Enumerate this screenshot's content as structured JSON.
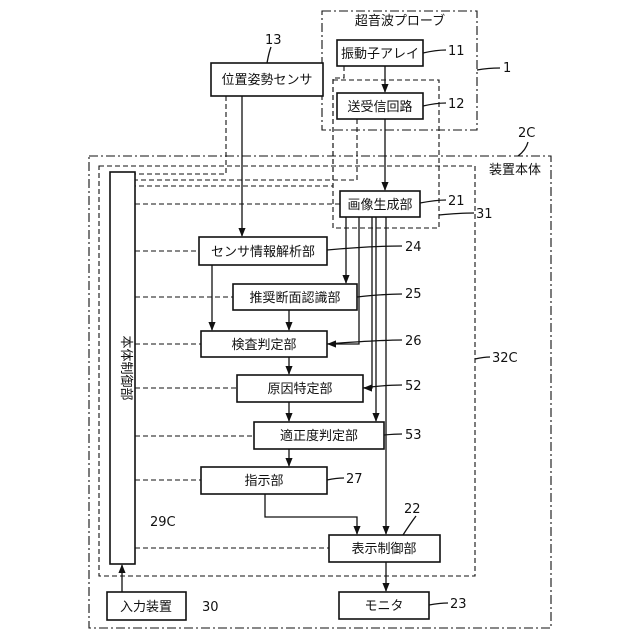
{
  "blocks": {
    "probe_title": "超音波プローブ",
    "transducer": "振動子アレイ",
    "txrx": "送受信回路",
    "pose_sensor": "位置姿勢センサ",
    "main_body": "装置本体",
    "image_gen": "画像生成部",
    "sensor_analysis": "センサ情報解析部",
    "recommended_section": "推奨断面認識部",
    "inspection_judge": "検査判定部",
    "cause_identify": "原因特定部",
    "appropriateness_judge": "適正度判定部",
    "instruction": "指示部",
    "display_control": "表示制御部",
    "main_control": "本体制御部",
    "input_device": "入力装置",
    "monitor": "モニタ"
  },
  "refs": {
    "r1": "1",
    "r2c": "2C",
    "r11": "11",
    "r12": "12",
    "r13": "13",
    "r21": "21",
    "r22": "22",
    "r23": "23",
    "r24": "24",
    "r25": "25",
    "r26": "26",
    "r27": "27",
    "r29c": "29C",
    "r30": "30",
    "r31": "31",
    "r32c": "32C",
    "r52": "52",
    "r53": "53"
  }
}
